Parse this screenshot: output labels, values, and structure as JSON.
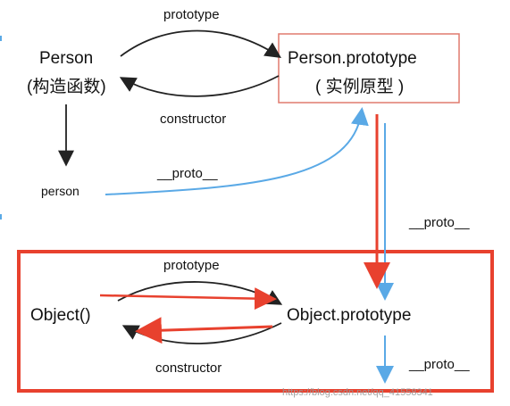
{
  "nodes": {
    "person_ctor": "Person",
    "person_ctor_sub": "(构造函数)",
    "person_proto": "Person.prototype",
    "person_proto_sub": "( 实例原型 )",
    "person_instance": "person",
    "object_ctor": "Object()",
    "object_proto": "Object.prototype"
  },
  "edges": {
    "prototype_top": "prototype",
    "constructor_top": "constructor",
    "proto_person": "__proto__",
    "proto_right": "__proto__",
    "prototype_bottom": "prototype",
    "constructor_bottom": "constructor",
    "proto_bottom": "__proto__"
  },
  "watermark": "https://blog.csdn.net/qq_41558341",
  "colors": {
    "highlight_red": "#e8412e",
    "link_blue": "#5aa9e6",
    "box_border": "#e07a6e",
    "arrow_black": "#222222"
  }
}
